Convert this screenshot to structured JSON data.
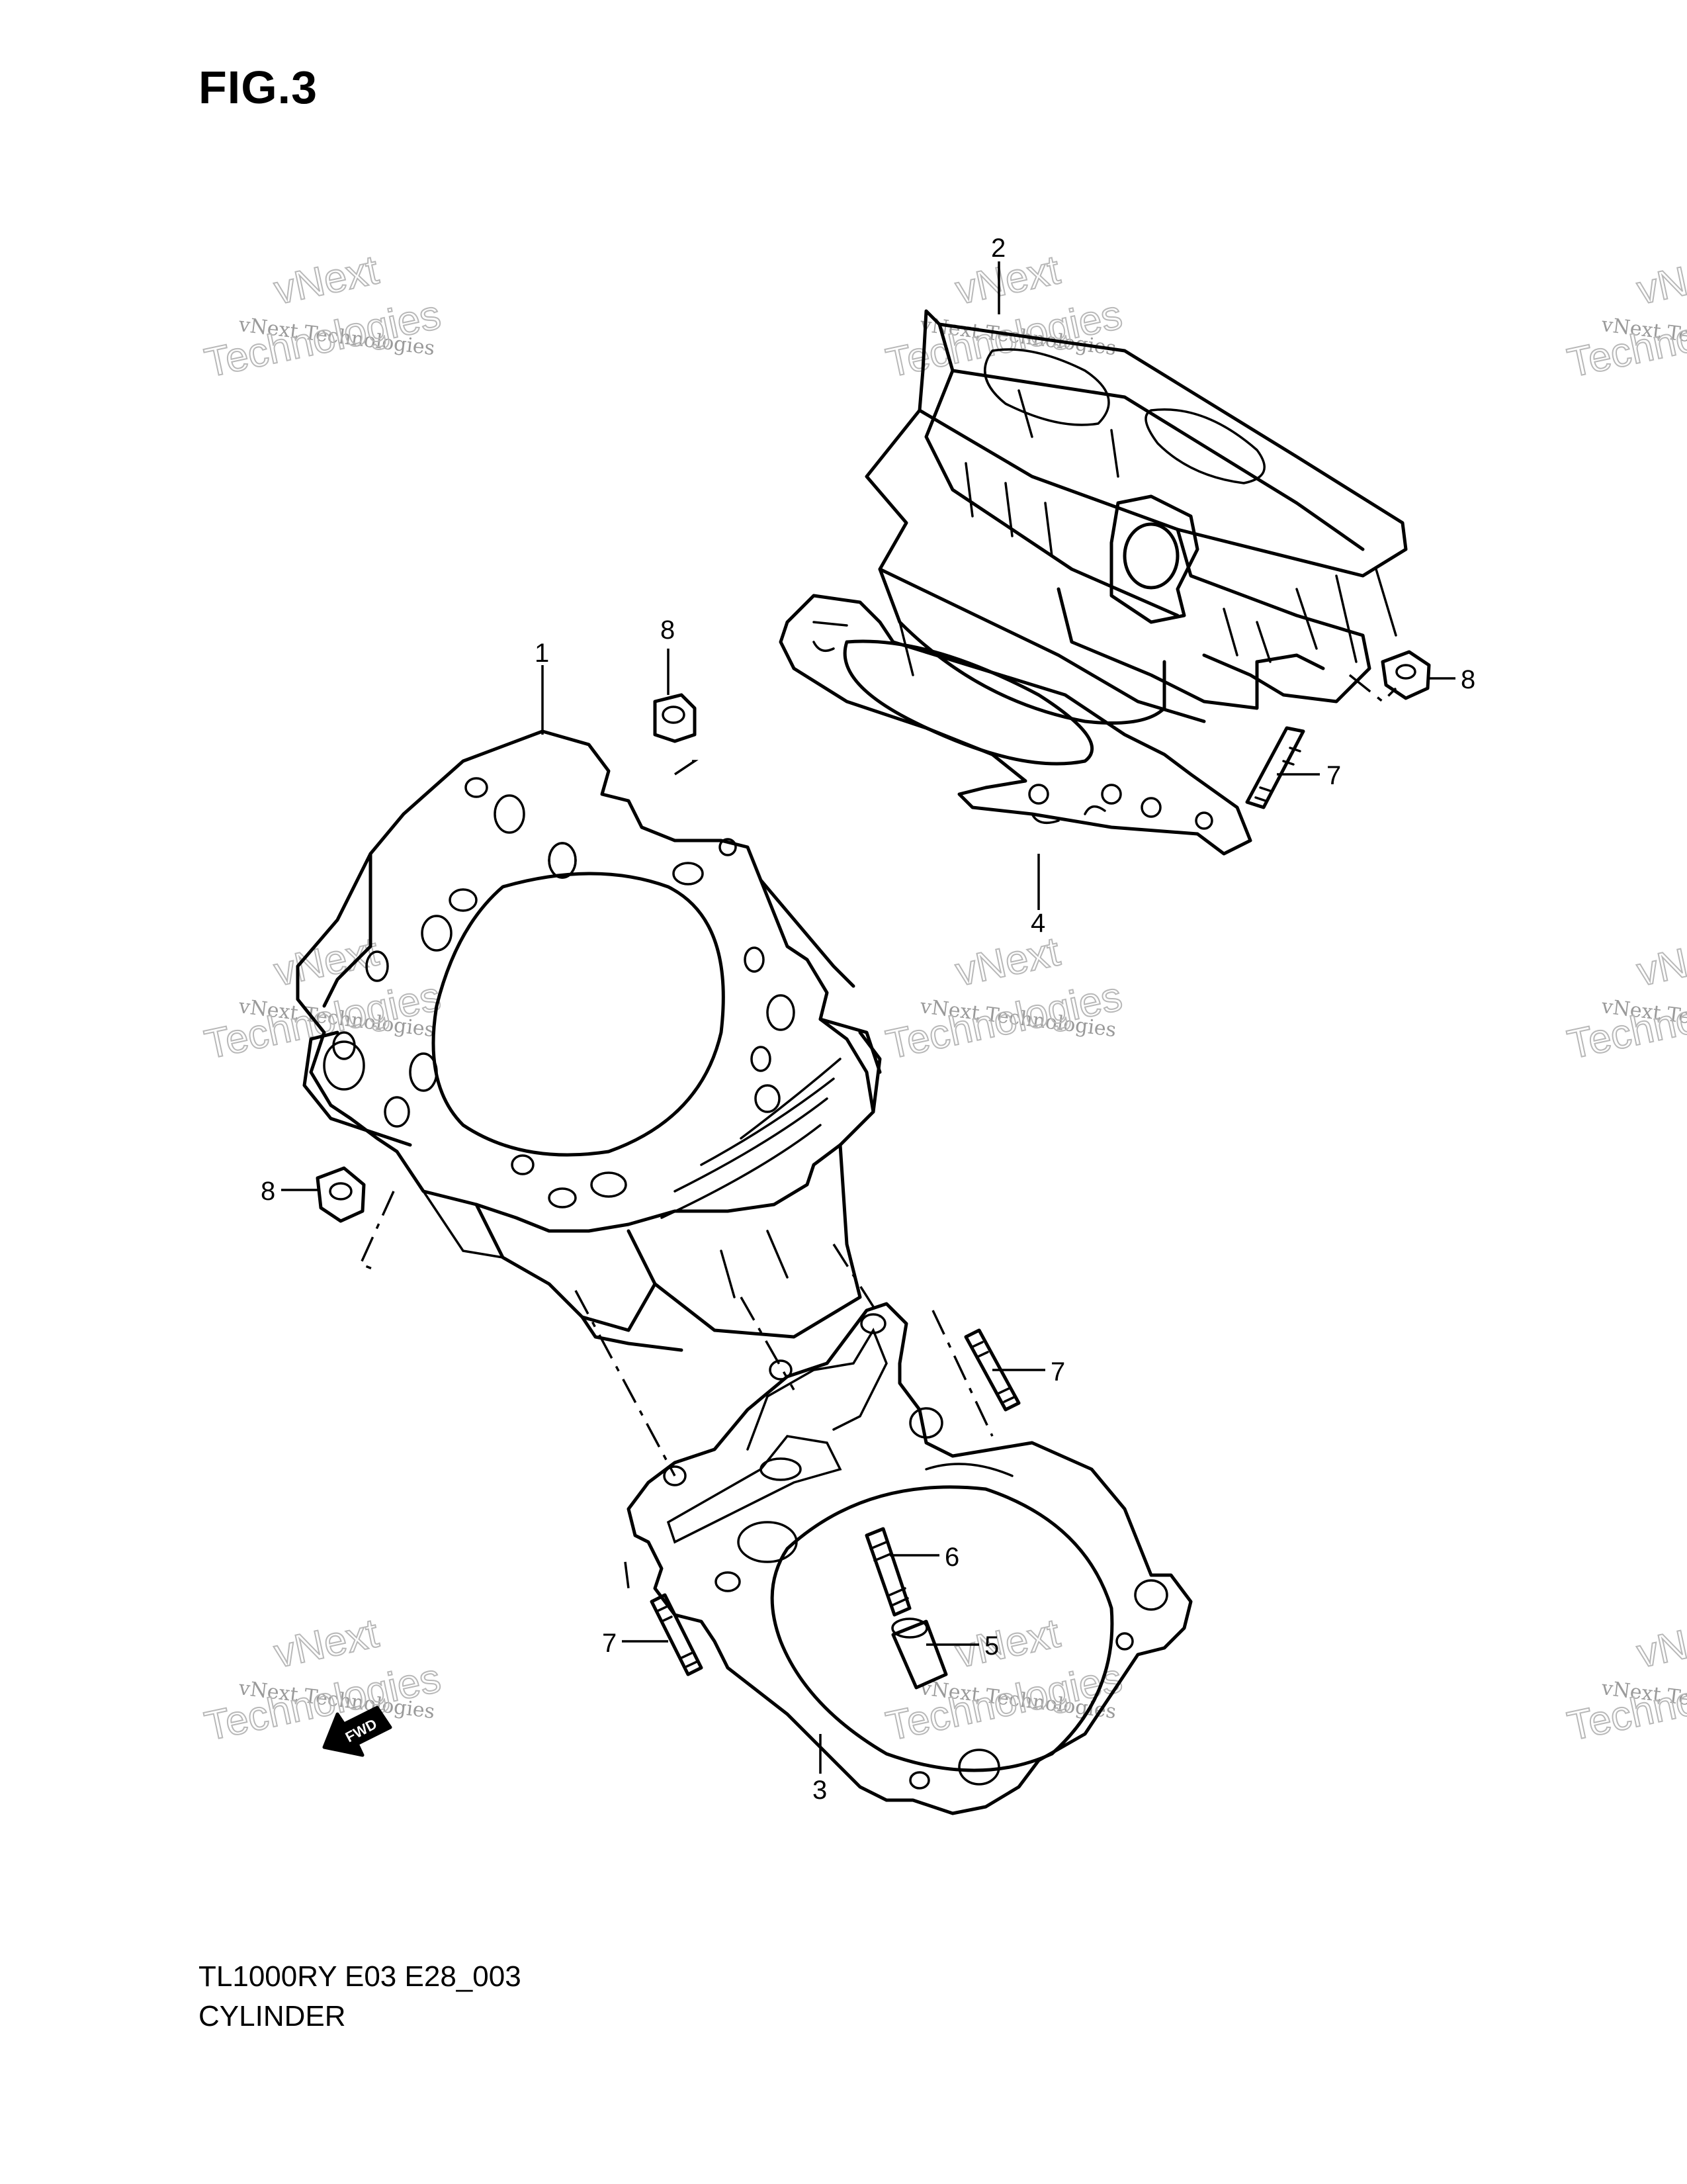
{
  "figure": {
    "title": "FIG.3"
  },
  "footer": {
    "model_code": "TL1000RY E03 E28_003",
    "section_name": "CYLINDER"
  },
  "watermark": {
    "line_small": "vNext Technologies",
    "word_1": "vNext",
    "word_2": "Technologies"
  },
  "callouts": {
    "c1": "1",
    "c2": "2",
    "c3": "3",
    "c4": "4",
    "c5": "5",
    "c6": "6",
    "c7a": "7",
    "c7b": "7",
    "c7c": "7",
    "c8a": "8",
    "c8b": "8",
    "c8c": "8"
  },
  "fwd_label": "FWD"
}
